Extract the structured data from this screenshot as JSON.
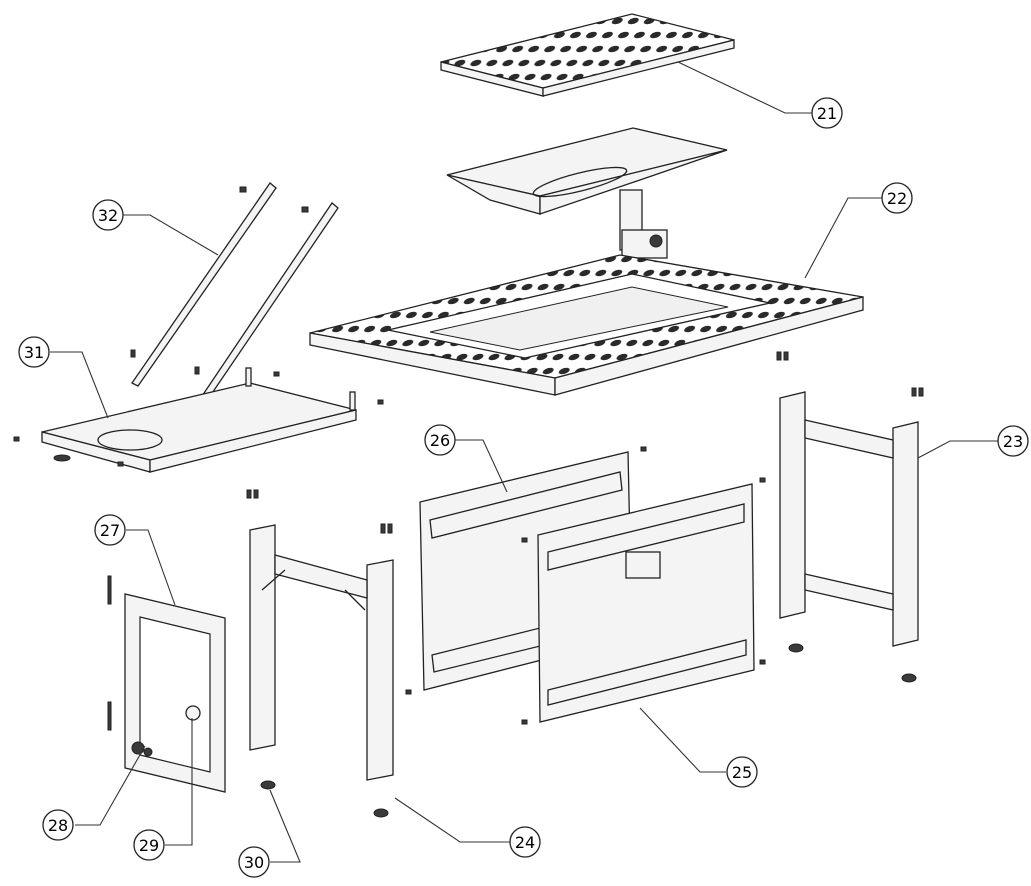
{
  "diagram": {
    "callouts": [
      {
        "id": "c21",
        "label": "21"
      },
      {
        "id": "c22",
        "label": "22"
      },
      {
        "id": "c23",
        "label": "23"
      },
      {
        "id": "c24",
        "label": "24"
      },
      {
        "id": "c25",
        "label": "25"
      },
      {
        "id": "c26",
        "label": "26"
      },
      {
        "id": "c27",
        "label": "27"
      },
      {
        "id": "c28",
        "label": "28"
      },
      {
        "id": "c29",
        "label": "29"
      },
      {
        "id": "c30",
        "label": "30"
      },
      {
        "id": "c31",
        "label": "31"
      },
      {
        "id": "c32",
        "label": "32"
      }
    ]
  }
}
